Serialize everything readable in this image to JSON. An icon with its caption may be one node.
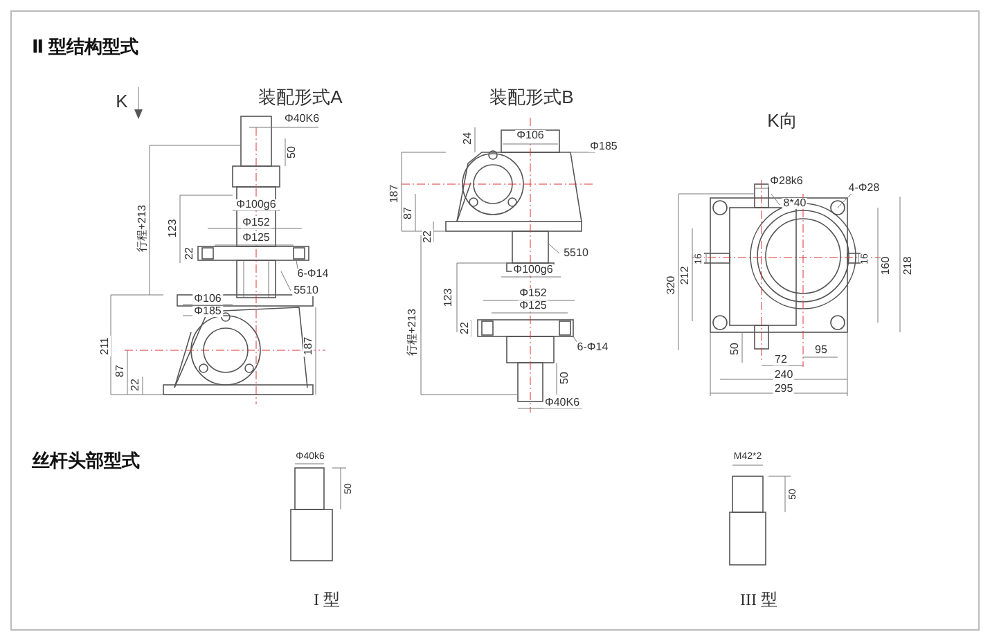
{
  "diagram": {
    "title": "Ⅱ 型结构型式",
    "labels": [
      "K",
      "装配形式A",
      "Φ40K6",
      "50",
      "行程+213",
      "Φ100g6",
      "123",
      "Φ152",
      "Φ125",
      "22",
      "6-Φ14",
      "5510",
      "Φ106",
      "Φ185",
      "211",
      "187",
      "87",
      "22",
      "装配形式B",
      "Φ106",
      "24",
      "Φ185",
      "187",
      "87",
      "22",
      "5510",
      "Φ100g6",
      "123",
      "Φ152",
      "Φ125",
      "22",
      "6-Φ14",
      "行程+213",
      "50",
      "Φ40K6",
      "K向",
      "Φ28k6",
      "4-Φ28",
      "8*40",
      "320",
      "212",
      "16",
      "16",
      "160",
      "218",
      "50",
      "72",
      "95",
      "240",
      "295",
      "丝杆头部型式",
      "Φ40k6",
      "50",
      "I 型",
      "M42*2",
      "50",
      "III 型"
    ]
  }
}
